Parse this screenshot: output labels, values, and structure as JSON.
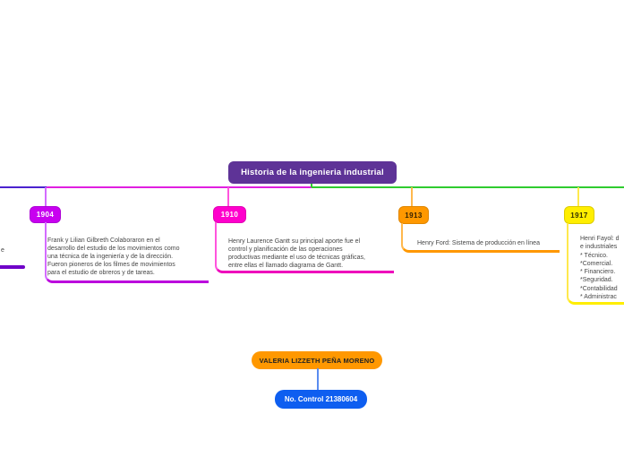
{
  "title": "Historia de la ingenieria industrial",
  "palette": {
    "central_bg": "#5e3397",
    "trunk_left_indigo": "#4b22cf",
    "trunk_magenta": "#e020e0",
    "trunk_green": "#2fcc2f",
    "branch_1904": "#c800f0",
    "branch_1910": "#ff00cc",
    "branch_1913": "#ff9800",
    "branch_1917": "#ffee00",
    "clipped_left_branch": "#6f00c8",
    "author_bg": "#ff9800",
    "control_bg": "#0e5ef0"
  },
  "timeline": {
    "clipped_left_text": "e",
    "branches": [
      {
        "year": "1904",
        "lines": [
          "Frank y Lilian Gilbreth Colaboraron en el",
          "desarrollo del estudio de los movimientos como",
          "una técnica de la ingeniería y de la dirección.",
          "Fueron pioneros de los filmes de movimientos",
          "para el estudio de obreros y de tareas."
        ]
      },
      {
        "year": "1910",
        "lines": [
          "Henry Laurence Gantt su principal aporte fue el",
          "control y planificación de las operaciones",
          "productivas mediante el uso de técnicas gráficas,",
          "entre ellas el llamado diagrama de Gantt."
        ]
      },
      {
        "year": "1913",
        "lines": [
          "Henry Ford: Sistema de producción en línea"
        ]
      },
      {
        "year": "1917",
        "lines": [
          "Henri Fayol: d",
          "e industriales",
          "* Técnico.",
          "*Comercial.",
          "* Financiero.",
          "*Seguridad.",
          "*Contabilidad",
          "* Administrac"
        ]
      }
    ]
  },
  "footer": {
    "author": "VALERIA LIZZETH PEÑA MORENO",
    "control": "No. Control 21380604"
  }
}
